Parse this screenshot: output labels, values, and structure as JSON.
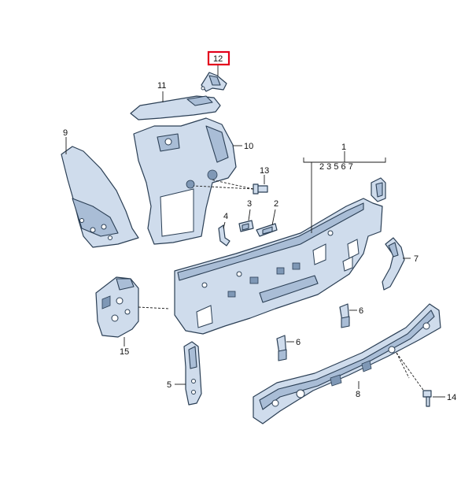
{
  "callouts": {
    "c1": "1",
    "c1_sub": "2 3 5 6 7",
    "c2": "2",
    "c3": "3",
    "c4": "4",
    "c5": "5",
    "c6a": "6",
    "c6b": "6",
    "c7": "7",
    "c8": "8",
    "c9": "9",
    "c10": "10",
    "c11": "11",
    "c12": "12",
    "c13": "13",
    "c14": "14",
    "c15": "15"
  },
  "highlight": {
    "part": "12",
    "color": "#e3001b"
  },
  "colors": {
    "part_fill": "#cfdcec",
    "part_outline": "#2b3f55"
  }
}
